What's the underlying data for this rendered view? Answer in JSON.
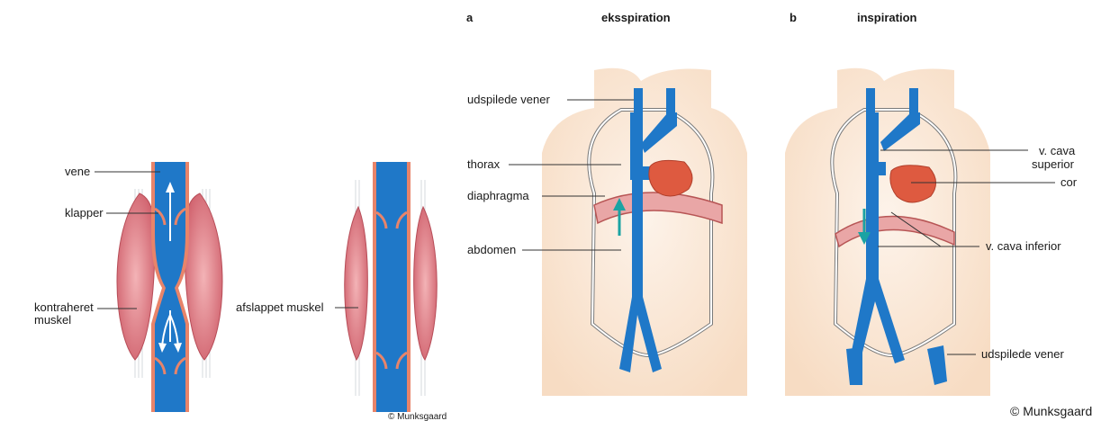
{
  "left_figure": {
    "labels": {
      "vene": "vene",
      "klapper": "klapper",
      "kontraheret_1": "kontraheret",
      "kontraheret_2": "muskel",
      "afslappet": "afslappet muskel"
    },
    "copyright": "© Munksgaard"
  },
  "panel_a": {
    "letter": "a",
    "title": "eksspiration",
    "labels": {
      "udspilede": "udspilede vener",
      "thorax": "thorax",
      "diaphragma": "diaphragma",
      "abdomen": "abdomen"
    }
  },
  "panel_b": {
    "letter": "b",
    "title": "inspiration",
    "labels": {
      "cava_sup_1": "v. cava",
      "cava_sup_2": "superior",
      "cor": "cor",
      "cava_inf": "v. cava inferior",
      "udspilede": "udspilede vener"
    }
  },
  "copyright": "© Munksgaard",
  "colors": {
    "vein": "#1f78c8",
    "vessel_wall": "#e8846a",
    "muscle": "#d8707a",
    "heart": "#de5a40",
    "skin": "#fbe8d6",
    "arrow": "#1aa3a3"
  }
}
